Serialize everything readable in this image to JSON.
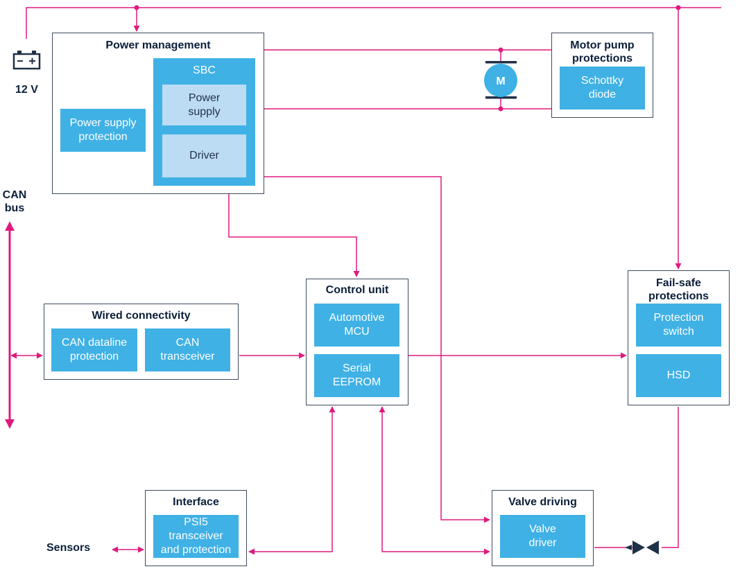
{
  "labels": {
    "battery_voltage": "12 V",
    "can_bus": "CAN\nbus",
    "sensors": "Sensors",
    "motor": "M"
  },
  "groups": {
    "power_management": "Power management",
    "motor_pump": "Motor pump\nprotections",
    "wired_connectivity": "Wired connectivity",
    "control_unit": "Control unit",
    "fail_safe": "Fail-safe\nprotections",
    "interface": "Interface",
    "valve_driving": "Valve driving"
  },
  "blocks": {
    "sbc": "SBC",
    "power_supply": "Power\nsupply",
    "driver": "Driver",
    "power_supply_protection": "Power supply\nprotection",
    "schottky_diode": "Schottky\ndiode",
    "can_dataline_protection": "CAN dataline\nprotection",
    "can_transceiver": "CAN\ntransceiver",
    "automotive_mcu": "Automotive\nMCU",
    "serial_eeprom": "Serial\nEEPROM",
    "protection_switch": "Protection\nswitch",
    "hsd": "HSD",
    "psi5": "PSI5\ntransceiver\nand protection",
    "valve_driver": "Valve\ndriver"
  },
  "colors": {
    "connector": "#e0197d",
    "block_dark": "#3fb1e5",
    "block_light": "#bcdcf4",
    "border": "#3d4a5c",
    "text": "#0b1f3a",
    "icon": "#1f3147"
  }
}
